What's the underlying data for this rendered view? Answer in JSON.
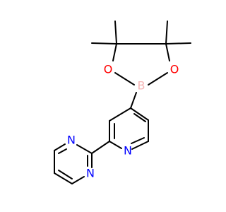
{
  "atoms": {
    "boron": "B",
    "oxygen": "O",
    "nitrogen": "N"
  },
  "colors": {
    "background": "#ffffff",
    "bond": "#000000",
    "boron": "#F5B5B5",
    "oxygen": "#FF0000",
    "nitrogen": "#0000FF"
  }
}
